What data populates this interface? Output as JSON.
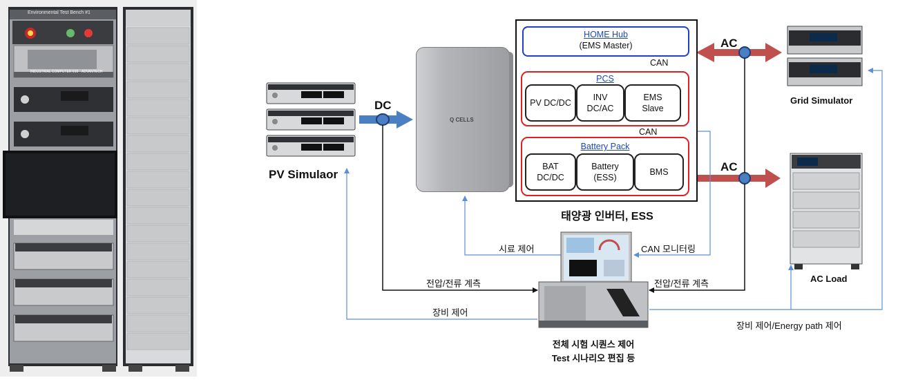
{
  "rack": {
    "header_label": "Environmental Test Bench #1",
    "pc_brand": "ADVANTECH",
    "pc_model": "INDUSTRIAL COMPUTER 610"
  },
  "pv": {
    "label": "PV Simulaor",
    "dc_label": "DC"
  },
  "inverter_brand": "Q CELLS",
  "system": {
    "caption": "태양광 인버터, ESS",
    "home_hub": {
      "title": "HOME Hub",
      "subtitle": "(EMS Master)"
    },
    "can_top": "CAN",
    "pcs": {
      "title": "PCS",
      "modules": [
        {
          "line1": "PV DC/DC",
          "line2": ""
        },
        {
          "line1": "INV",
          "line2": "DC/AC"
        },
        {
          "line1": "EMS",
          "line2": "Slave"
        }
      ]
    },
    "can_mid": "CAN",
    "battery_pack": {
      "title": "Battery Pack",
      "modules": [
        {
          "line1": "BAT",
          "line2": "DC/DC"
        },
        {
          "line1": "Battery",
          "line2": "(ESS)"
        },
        {
          "line1": "BMS",
          "line2": ""
        }
      ]
    }
  },
  "ac_top": "AC",
  "ac_bottom": "AC",
  "grid_simulator": {
    "label": "Grid Simulator"
  },
  "ac_load": {
    "label": "AC Load"
  },
  "links": {
    "sample_control": "시료 제어",
    "can_monitoring": "CAN 모니터링",
    "vi_measure_left": "전압/전류 계측",
    "vi_measure_right": "전압/전류 계측",
    "equip_control": "장비 제어",
    "equip_energy_control": "장비 제어/Energy path 제어"
  },
  "controller": {
    "line1": "전체 시험 시퀀스 제어",
    "line2": "Test 시나리오 편집 등"
  },
  "colors": {
    "dc_arrow": "#4a7fc1",
    "ac_arrow": "#c0504d",
    "pcs_border": "#e02020",
    "home_hub_border": "#1f3fc8",
    "signal_line": "#5b8fd6",
    "can_dot": "#f0c020"
  }
}
